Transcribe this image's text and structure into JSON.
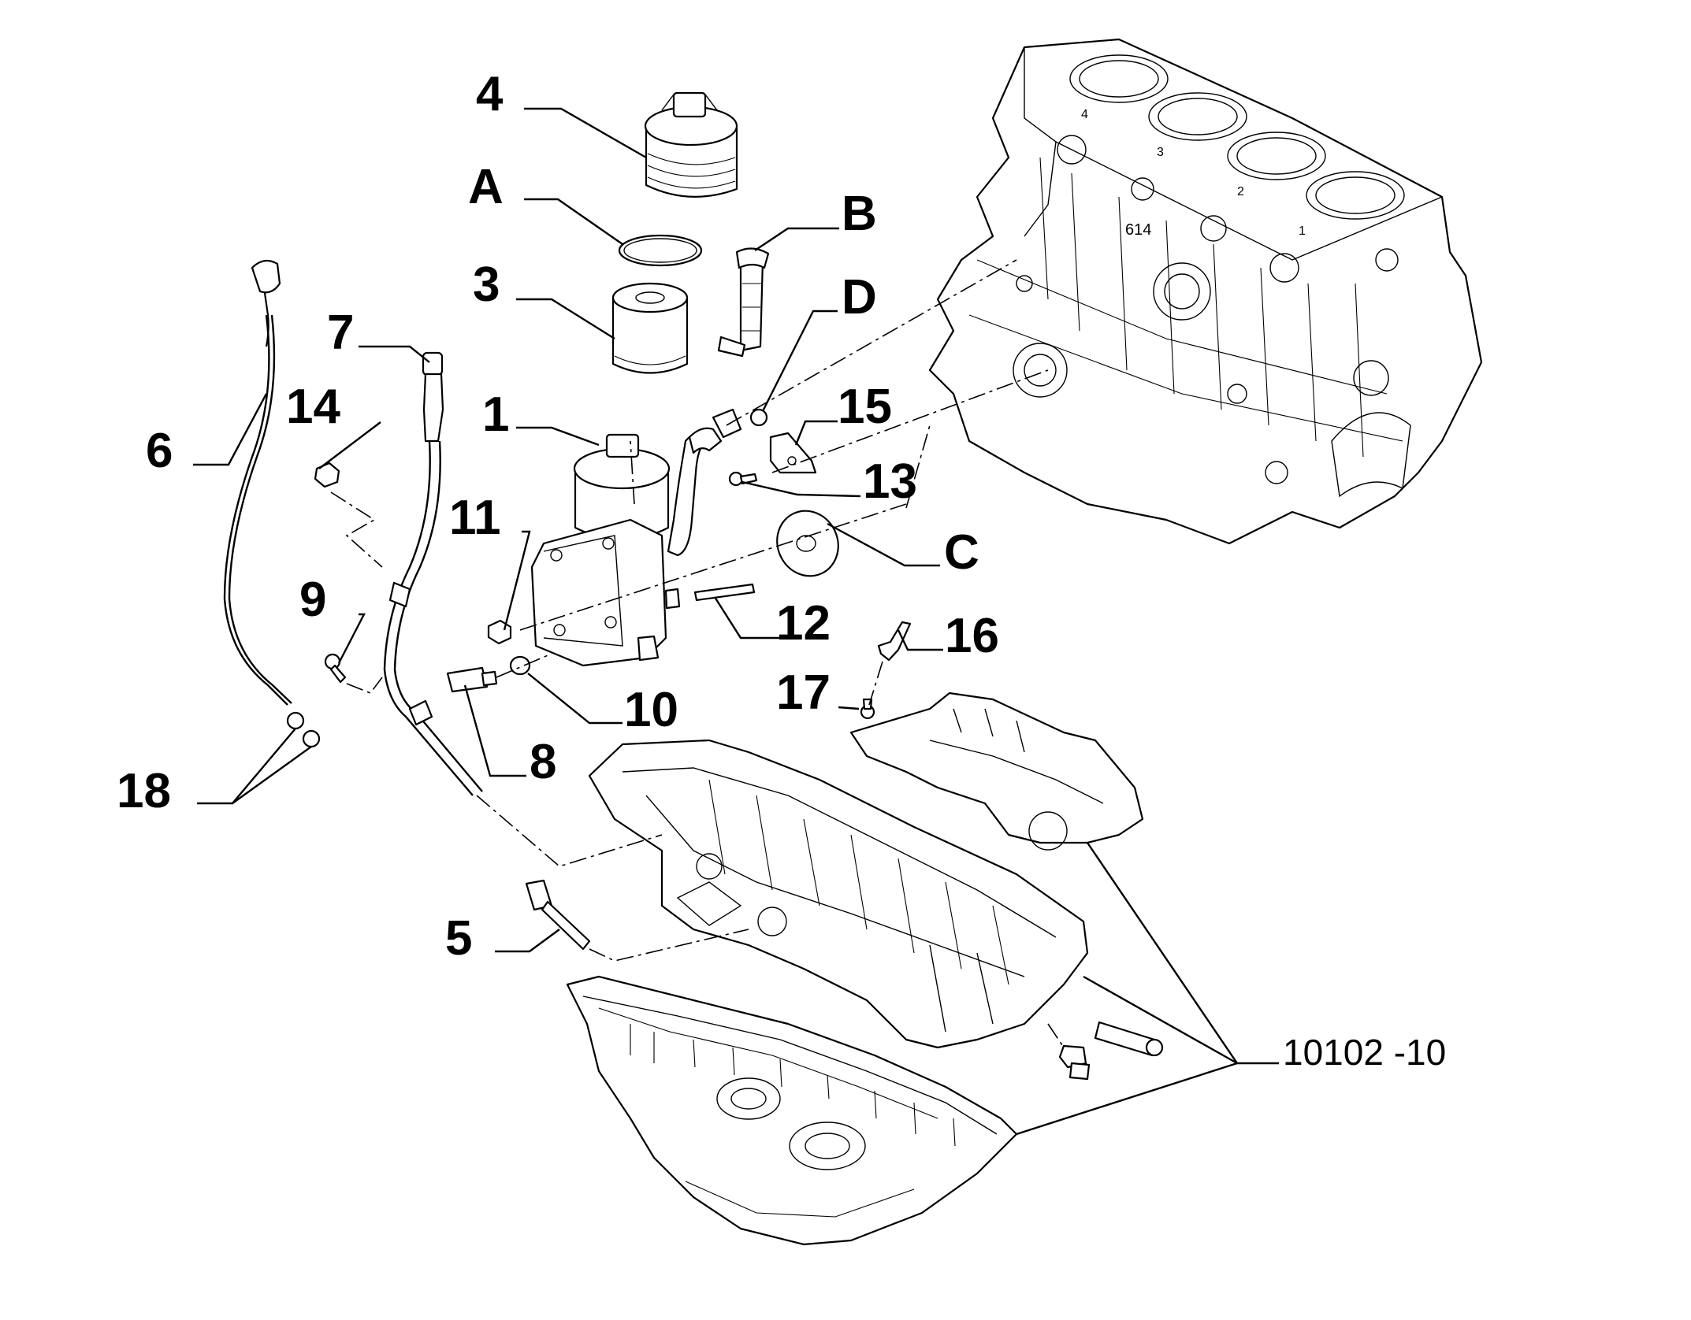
{
  "callouts": {
    "c4": "4",
    "cA": "A",
    "cB": "B",
    "c3": "3",
    "cD": "D",
    "c7": "7",
    "c15": "15",
    "c6": "6",
    "c14": "14",
    "c1": "1",
    "c13": "13",
    "c11": "11",
    "cC": "C",
    "c9": "9",
    "c12": "12",
    "c16": "16",
    "c17": "17",
    "c10": "10",
    "c8": "8",
    "c18": "18",
    "c5": "5"
  },
  "reference_code": "10102 -10",
  "block_markings": {
    "cyl4": "4",
    "cyl3": "3",
    "cyl2": "2",
    "cyl1": "1",
    "code": "614"
  }
}
